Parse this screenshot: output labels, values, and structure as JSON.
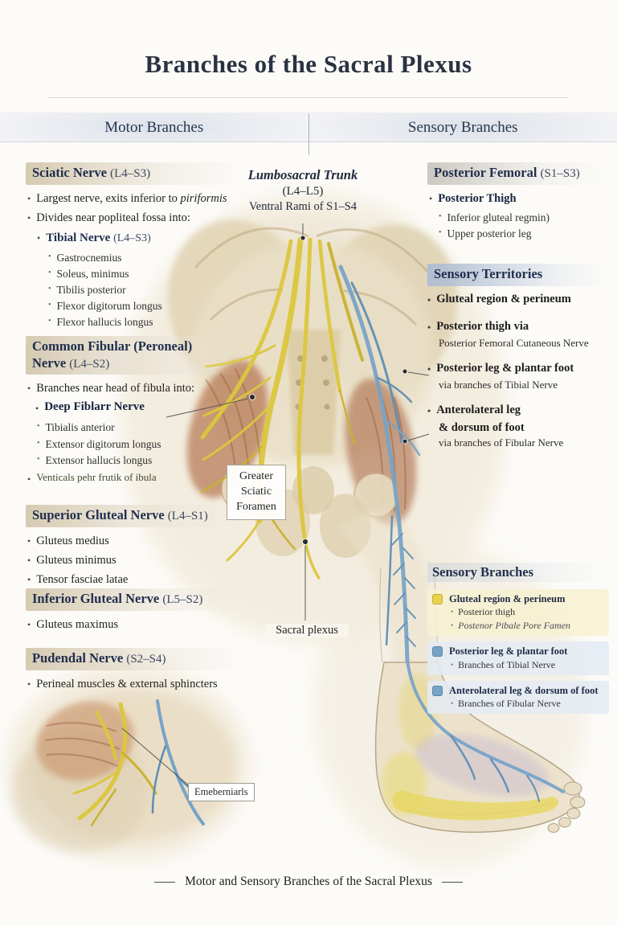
{
  "title": "Branches of the Sacral Plexus",
  "header": {
    "motor": "Motor Branches",
    "sensory": "Sensory Branches"
  },
  "glyphs": {
    "bullet": "•"
  },
  "motor": {
    "sciatic": {
      "name": "Sciatic Nerve",
      "range": "(L4–S3)",
      "bullet1_text": "Largest nerve, exits inferior to ",
      "bullet1_em": "piriformis",
      "bullet2": "Divides near popliteal fossa into:",
      "tibial_name": "Tibial Nerve",
      "tibial_range": "(L4–S3)",
      "muscles": [
        "Gastrocnemius",
        "Soleus, minimus",
        "Tibilis posterior",
        "Flexor digitorum longus",
        "Flexor hallucis longus"
      ]
    },
    "fibular": {
      "name_line1": "Common Fibular (Peroneal)",
      "name_line2": "Nerve",
      "range": "(L4–S2)",
      "bullet1": "Branches near head of fibula into:",
      "deep_branch": "Deep Fiblarr Nerve",
      "muscles": [
        "Tibialis anterior",
        "Extensor digitorum longus",
        "Extensor hallucis longus"
      ],
      "note": "Venticals pehr frutik of ibula"
    },
    "superior_gluteal": {
      "name": "Superior Gluteal Nerve",
      "range": "(L4–S1)",
      "muscles": [
        "Gluteus medius",
        "Gluteus minimus",
        "Tensor fasciae latae"
      ]
    },
    "inferior_gluteal": {
      "name": "Inferior Gluteal Nerve",
      "range": "(L5–S2)",
      "muscles": [
        "Gluteus maximus"
      ]
    },
    "pudendal": {
      "name": "Pudendal Nerve",
      "range": "(S2–S4)",
      "muscles": [
        "Perineal muscles & external sphincters"
      ]
    }
  },
  "center": {
    "trunk_line1": "Lumbosacral Trunk",
    "trunk_line2": "(L4–L5)",
    "trunk_line3": "Ventral Rami of S1–S4",
    "foramen_label": "Greater\nSciatic\nForamen",
    "sacral_plexus_label": "Sacral plexus",
    "inset_label": "Emeberniarls"
  },
  "sensory": {
    "posterior_femoral": {
      "name": "Posterior Femoral",
      "range": "(S1–S3)",
      "main": "Posterior Thigh",
      "subs": [
        "Inferior gluteal regmin)",
        "Upper posterior leg"
      ]
    },
    "territories": {
      "heading": "Sensory Territories",
      "items": [
        {
          "line1": "Gluteal region & perineum",
          "line2": "",
          "line3": ""
        },
        {
          "line1": "Posterior thigh via",
          "line2": "Posterior Femoral Cutaneous Nerve",
          "line3": ""
        },
        {
          "line1": "Posterior leg & plantar foot",
          "line2": "via branches of Tibial Nerve",
          "line3": ""
        },
        {
          "line1": "Anterolateral leg",
          "line2": "& dorsum of foot",
          "line3": "via branches of Fibular Nerve"
        }
      ]
    },
    "legend": {
      "heading": "Sensory Branches",
      "entries": [
        {
          "swatch": "#e8d34a",
          "label": "Gluteal region & perineum",
          "subs": [
            "Posterior thigh",
            "Postenor Pibale Pore Famen"
          ]
        },
        {
          "swatch": "#76a3c8",
          "label": "Posterior leg & plantar foot",
          "subs": [
            "Branches of Tibial Nerve"
          ]
        },
        {
          "swatch": "#76a3c8",
          "label": "Anterolateral leg & dorsum of foot",
          "subs": [
            "Branches of Fibular Nerve"
          ]
        }
      ]
    }
  },
  "footer": "Motor and Sensory Branches of the Sacral Plexus",
  "colors": {
    "nerve_yellow": "#dcc73e",
    "nerve_blue": "#76a3c8",
    "heading_navy": "#1f2e4d",
    "bar_tan": "#d6cab2",
    "bar_blue": "#b0bed2"
  }
}
